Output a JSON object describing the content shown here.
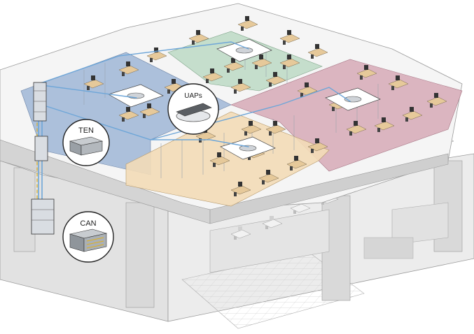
{
  "callouts": {
    "uaps": {
      "label": "UAPs",
      "device": "access-point"
    },
    "ten": {
      "label": "TEN",
      "device": "network-switch"
    },
    "can": {
      "label": "CAN",
      "device": "network-switch"
    }
  },
  "zones": [
    {
      "id": "blue",
      "color": "#9fb6d6"
    },
    {
      "id": "green",
      "color": "#bcd9c4"
    },
    {
      "id": "pink",
      "color": "#d6a9b6"
    },
    {
      "id": "tan",
      "color": "#f3dcb7"
    }
  ],
  "cable_color": "#6ea6d8"
}
